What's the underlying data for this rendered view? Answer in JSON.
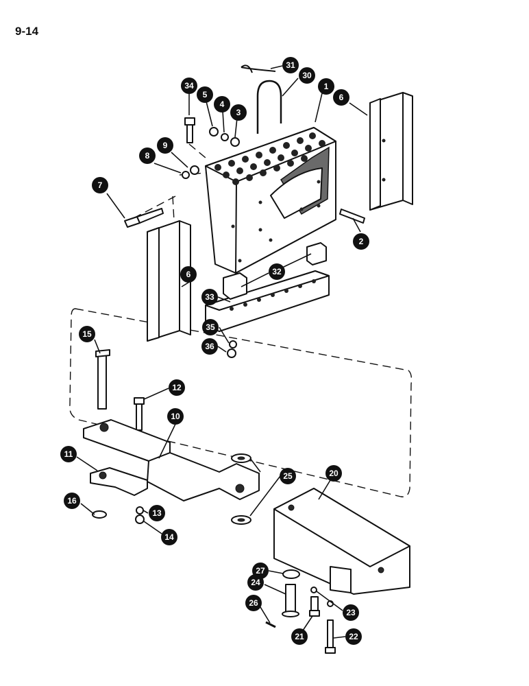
{
  "page_label": "9-14",
  "callouts": [
    {
      "id": "c31",
      "label": "31"
    },
    {
      "id": "c30",
      "label": "30"
    },
    {
      "id": "c1",
      "label": "1"
    },
    {
      "id": "c6a",
      "label": "6"
    },
    {
      "id": "c34",
      "label": "34"
    },
    {
      "id": "c5",
      "label": "5"
    },
    {
      "id": "c4",
      "label": "4"
    },
    {
      "id": "c3",
      "label": "3"
    },
    {
      "id": "c9",
      "label": "9"
    },
    {
      "id": "c8",
      "label": "8"
    },
    {
      "id": "c7",
      "label": "7"
    },
    {
      "id": "c2",
      "label": "2"
    },
    {
      "id": "c32",
      "label": "32"
    },
    {
      "id": "c33",
      "label": "33"
    },
    {
      "id": "c6b",
      "label": "6"
    },
    {
      "id": "c35",
      "label": "35"
    },
    {
      "id": "c36",
      "label": "36"
    },
    {
      "id": "c15",
      "label": "15"
    },
    {
      "id": "c12",
      "label": "12"
    },
    {
      "id": "c10",
      "label": "10"
    },
    {
      "id": "c11",
      "label": "11"
    },
    {
      "id": "c25",
      "label": "25"
    },
    {
      "id": "c20",
      "label": "20"
    },
    {
      "id": "c16",
      "label": "16"
    },
    {
      "id": "c13",
      "label": "13"
    },
    {
      "id": "c14",
      "label": "14"
    },
    {
      "id": "c27",
      "label": "27"
    },
    {
      "id": "c24",
      "label": "24"
    },
    {
      "id": "c23",
      "label": "23"
    },
    {
      "id": "c26",
      "label": "26"
    },
    {
      "id": "c21",
      "label": "21"
    },
    {
      "id": "c22",
      "label": "22"
    }
  ]
}
